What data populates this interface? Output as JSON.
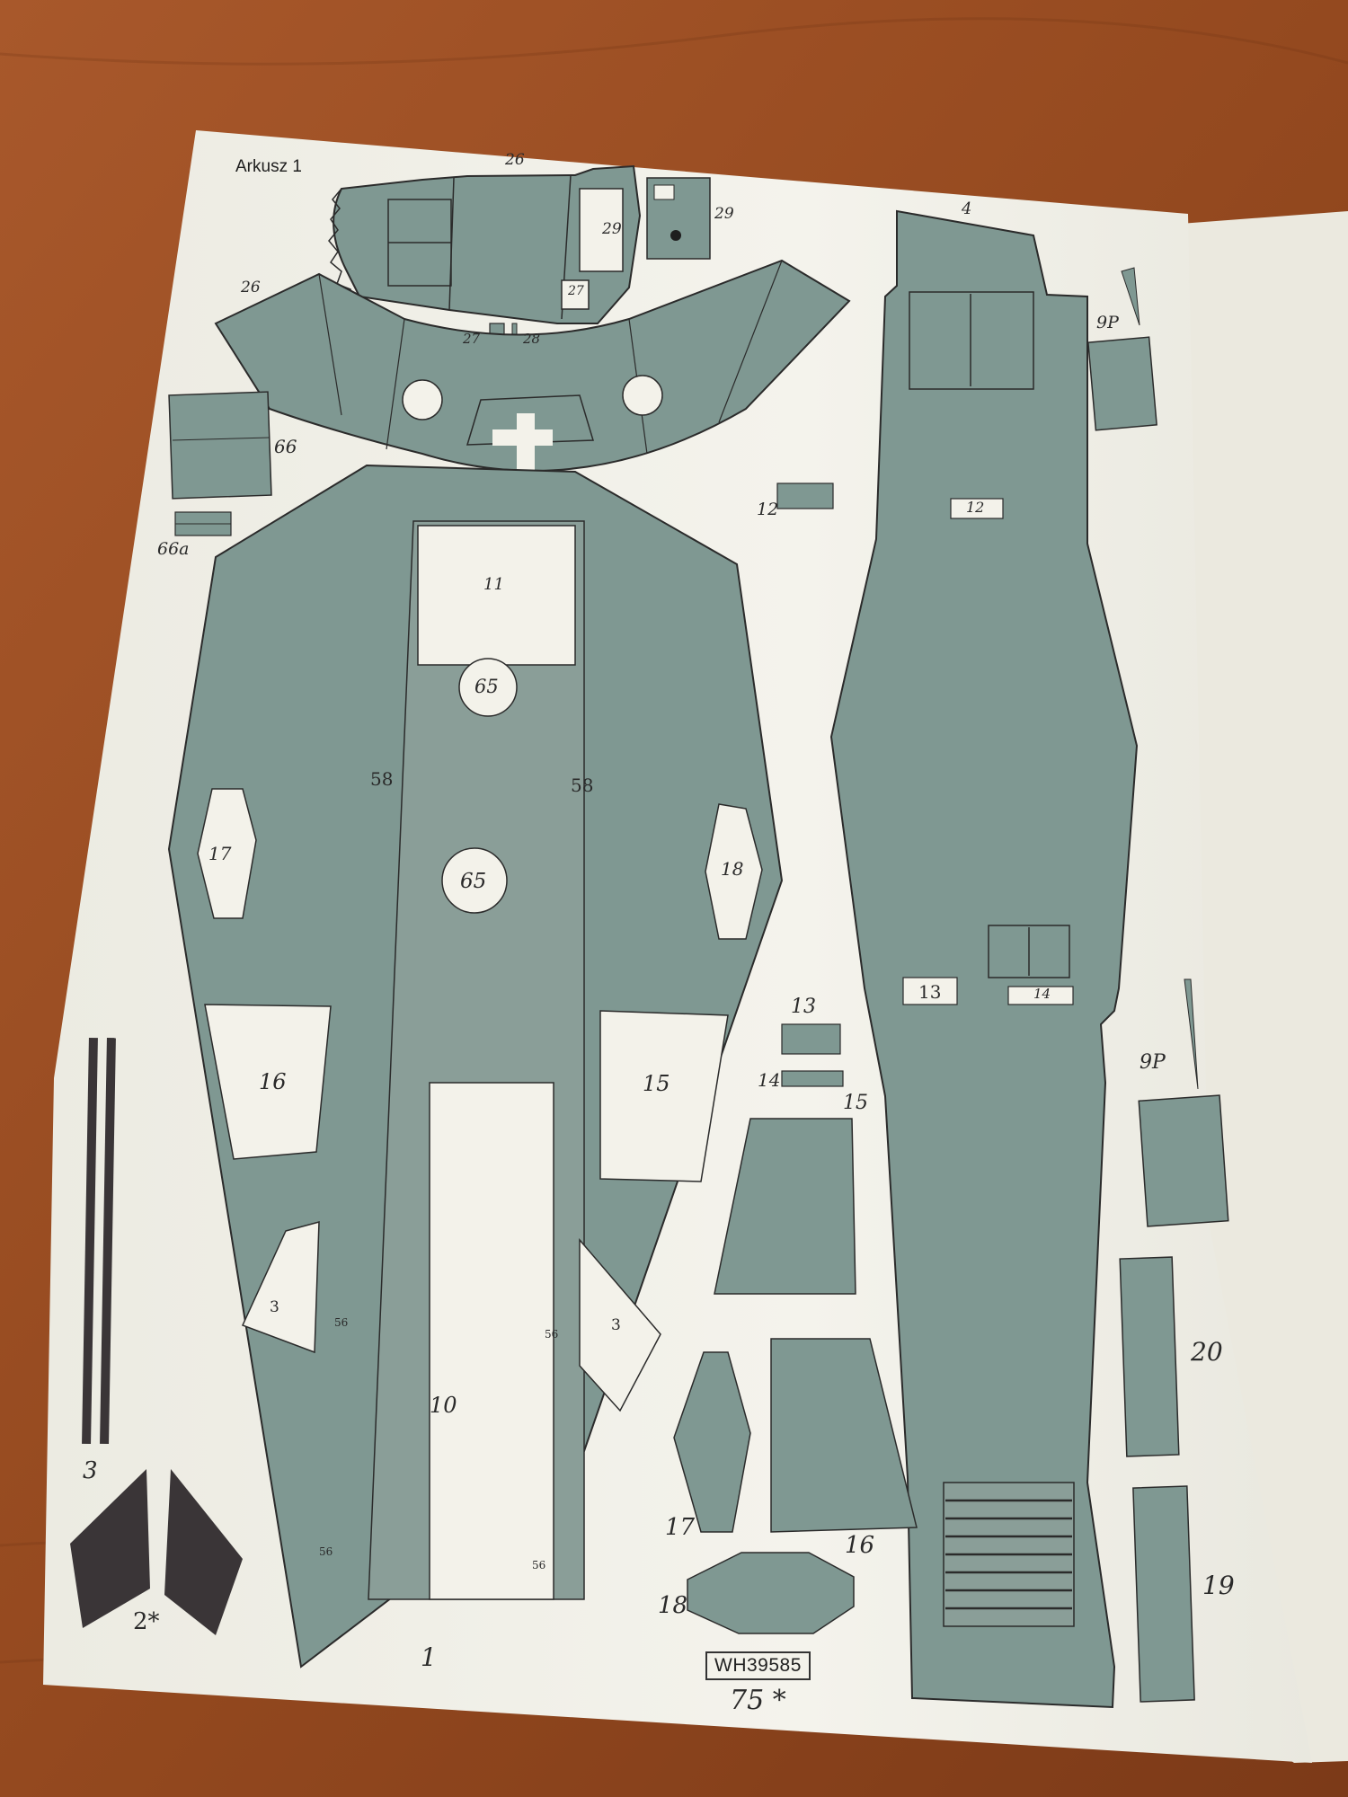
{
  "sheet": {
    "title": "Arkusz 1",
    "catalog_code": "WH39585",
    "page_number": "75 *"
  },
  "colors": {
    "table_wood": "#9b4f26",
    "paper": "#f3f2ea",
    "part_fill": "#7f9892",
    "outline": "#2b2b2b",
    "dark_part": "#3a3537"
  },
  "part_labels": {
    "p26_top": "26",
    "p26_left": "26",
    "p29_a": "29",
    "p29_b": "29",
    "p27_a": "27",
    "p27_b": "27",
    "p28": "28",
    "p66": "66",
    "p66a": "66a",
    "p11": "11",
    "p65_a": "65",
    "p65_b": "65",
    "p58_a": "58",
    "p58_b": "58",
    "p17_window": "17",
    "p18_window": "18",
    "p16_window": "16",
    "p15_window": "15",
    "p3_left": "3",
    "p3_right": "3",
    "p56_a": "56",
    "p56_b": "56",
    "p56_c": "56",
    "p56_d": "56",
    "p10": "10",
    "p1": "1",
    "p3_strips": "3",
    "p2": "2*",
    "p4": "4",
    "p12_piece": "12",
    "p12_slot": "12",
    "p13_slot": "13",
    "p14_slot": "14",
    "p9p_top": "9P",
    "p9p_bottom": "9P",
    "p13": "13",
    "p14": "14",
    "p15": "15",
    "p16": "16",
    "p17": "17",
    "p18": "18",
    "p19": "19",
    "p20": "20"
  }
}
